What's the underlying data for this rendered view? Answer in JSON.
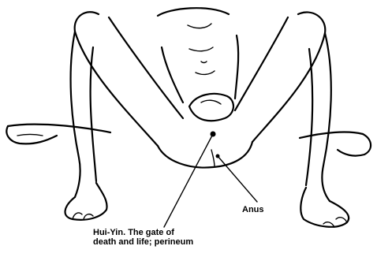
{
  "labels": {
    "anus": "Anus",
    "hui_yin_line1": "Hui-Yin. The gate of",
    "hui_yin_line2": "death and life; perineum"
  },
  "colors": {
    "ink": "#000000",
    "background": "#ffffff"
  }
}
